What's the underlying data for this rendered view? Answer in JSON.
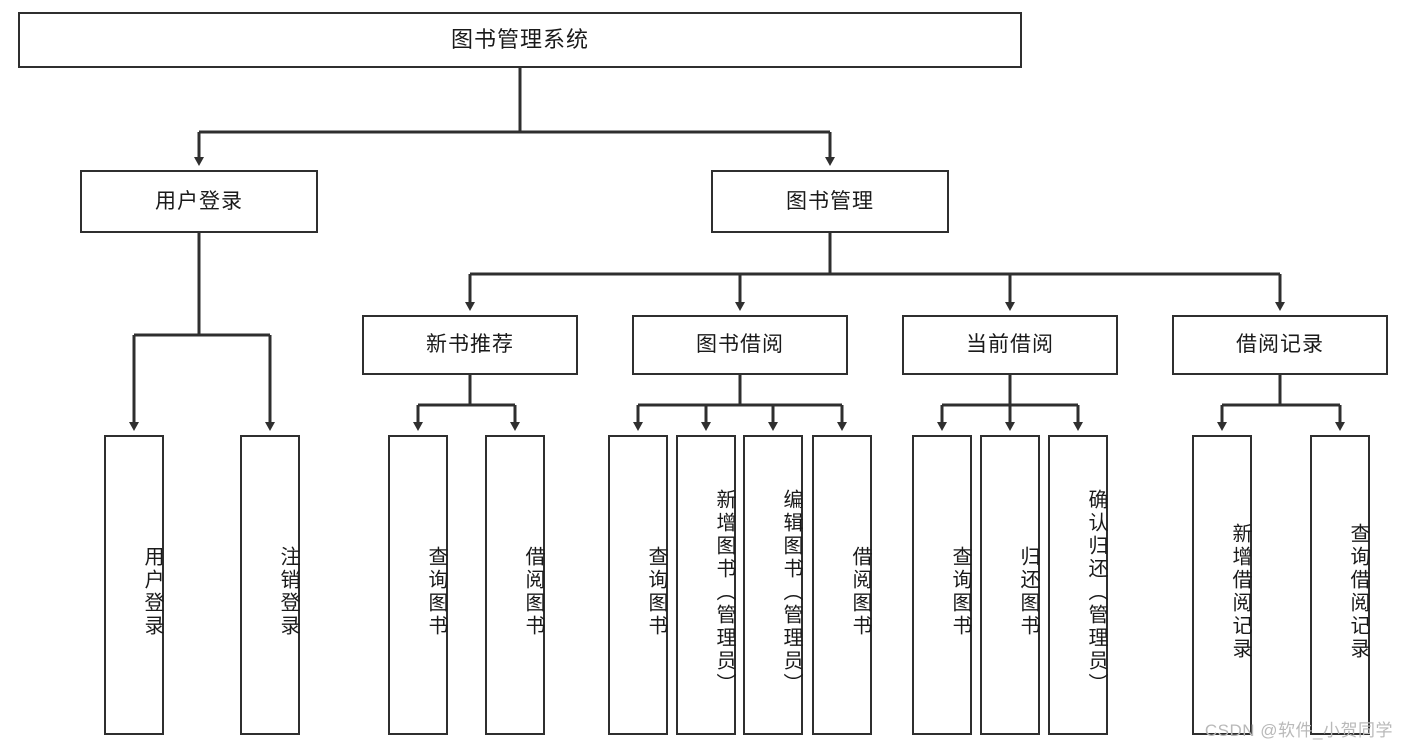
{
  "diagram": {
    "title": "图书管理系统",
    "type": "functional-structure-tree",
    "root": {
      "id": "root",
      "label": "图书管理系统"
    },
    "level2": [
      {
        "id": "user-login",
        "label": "用户登录"
      },
      {
        "id": "book-manage",
        "label": "图书管理"
      }
    ],
    "level3": [
      {
        "id": "new-book-recommend",
        "label": "新书推荐",
        "parent": "book-manage"
      },
      {
        "id": "book-borrow",
        "label": "图书借阅",
        "parent": "book-manage"
      },
      {
        "id": "current-borrow",
        "label": "当前借阅",
        "parent": "book-manage"
      },
      {
        "id": "borrow-record",
        "label": "借阅记录",
        "parent": "book-manage"
      }
    ],
    "leaves": [
      {
        "id": "leaf-user-login",
        "label": "用户登录",
        "parent": "user-login"
      },
      {
        "id": "leaf-logout-login",
        "label": "注销登录",
        "parent": "user-login"
      },
      {
        "id": "leaf-query-book-1",
        "label": "查询图书",
        "parent": "new-book-recommend"
      },
      {
        "id": "leaf-borrow-book-1",
        "label": "借阅图书",
        "parent": "new-book-recommend"
      },
      {
        "id": "leaf-query-book-2",
        "label": "查询图书",
        "parent": "book-borrow"
      },
      {
        "id": "leaf-add-book",
        "label": "新增图书（管理员）",
        "parent": "book-borrow"
      },
      {
        "id": "leaf-edit-book",
        "label": "编辑图书（管理员）",
        "parent": "book-borrow"
      },
      {
        "id": "leaf-borrow-book-2",
        "label": "借阅图书",
        "parent": "book-borrow"
      },
      {
        "id": "leaf-query-book-3",
        "label": "查询图书",
        "parent": "current-borrow"
      },
      {
        "id": "leaf-return-book",
        "label": "归还图书",
        "parent": "current-borrow"
      },
      {
        "id": "leaf-confirm-return",
        "label": "确认归还（管理员）",
        "parent": "current-borrow"
      },
      {
        "id": "leaf-add-record",
        "label": "新增借阅记录",
        "parent": "borrow-record"
      },
      {
        "id": "leaf-query-record",
        "label": "查询借阅记录",
        "parent": "borrow-record"
      }
    ],
    "watermark": "CSDN @软件_小贺同学",
    "colors": {
      "border": "#2f2f2f",
      "background": "#ffffff",
      "text": "#1a1a1a",
      "watermark": "#b9b9b9"
    }
  }
}
